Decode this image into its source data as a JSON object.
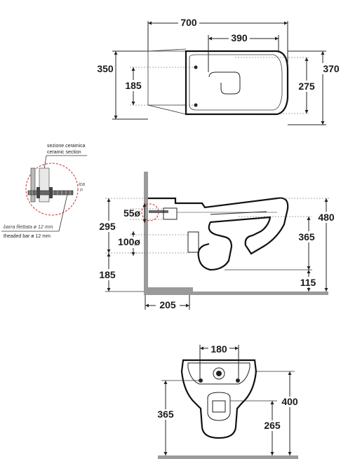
{
  "top_view": {
    "width_total": "700",
    "width_seat": "390",
    "height_left": "350",
    "height_inner_left": "185",
    "height_inner_right": "275",
    "height_right": "370"
  },
  "detail": {
    "section_it": "sezione ceramica",
    "section_en": "ceramic section",
    "bar_it": "barra filettata ø 12 mm",
    "bar_en": "theaded bar ø 12 mm",
    "side_note_1": "ica",
    "side_note_2": "n"
  },
  "side_view": {
    "dim_55": "55ø",
    "dim_295": "295",
    "dim_100": "100ø",
    "dim_365": "365",
    "dim_480": "480",
    "dim_185": "185",
    "dim_115": "115",
    "dim_205": "205"
  },
  "front_view": {
    "dim_180": "180",
    "dim_400": "400",
    "dim_365": "365",
    "dim_265": "265"
  }
}
